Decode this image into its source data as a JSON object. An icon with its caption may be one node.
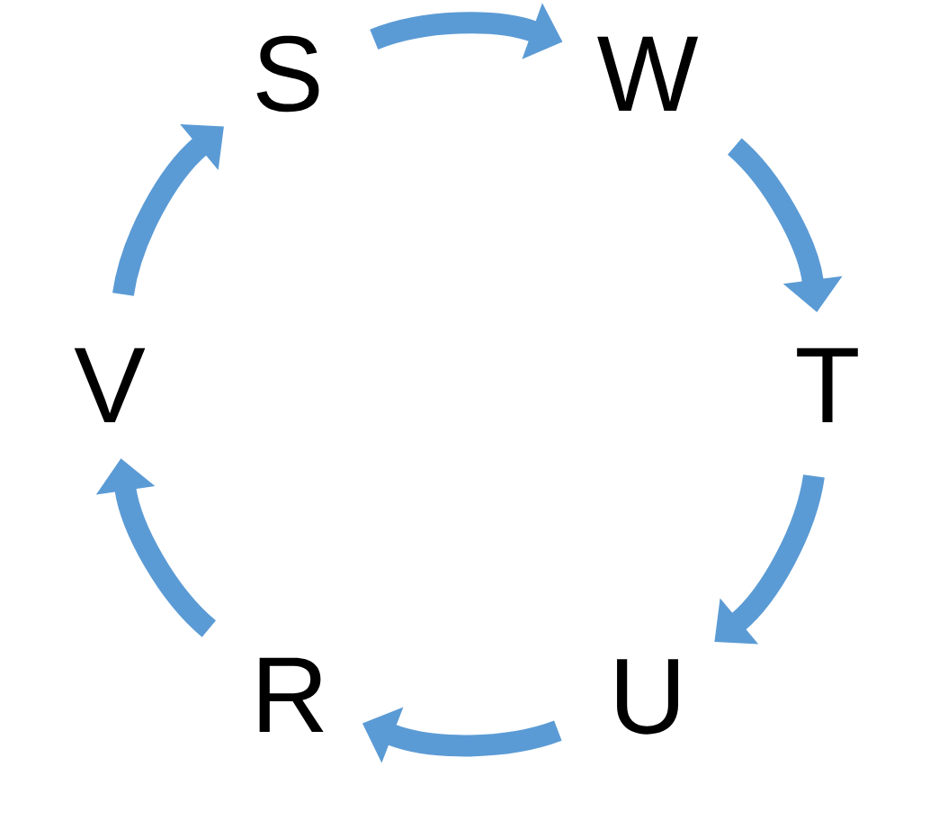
{
  "diagram": {
    "nodes": [
      {
        "text": [
          "S"
        ]
      },
      {
        "text": [
          "W"
        ]
      },
      {
        "text": [
          "T"
        ]
      },
      {
        "text": [
          "U"
        ]
      },
      {
        "text": [
          "R"
        ]
      },
      {
        "text": [
          "V"
        ]
      }
    ],
    "edges": [
      {
        "from": 0,
        "to": 1,
        "arrow": "to"
      },
      {
        "from": 1,
        "to": 2,
        "arrow": "to"
      },
      {
        "from": 2,
        "to": 3,
        "arrow": "to"
      },
      {
        "from": 3,
        "to": 4,
        "arrow": "to"
      },
      {
        "from": 4,
        "to": 5,
        "arrow": "to"
      },
      {
        "from": 5,
        "to": 0,
        "arrow": "to"
      }
    ]
  }
}
